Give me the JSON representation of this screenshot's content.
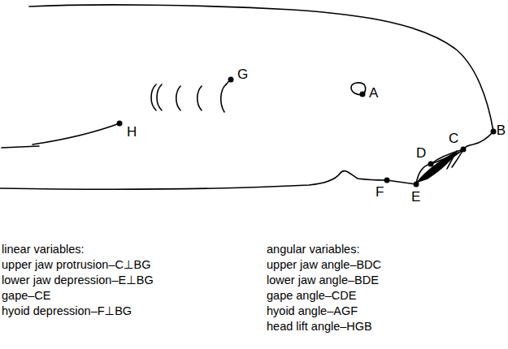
{
  "diagram": {
    "labels": [
      "A",
      "B",
      "C",
      "D",
      "E",
      "F",
      "G",
      "H",
      "linear variables:",
      "upper jaw protrusion–C⊥BG",
      "lower jaw depression–E⊥BG",
      "gape–CE",
      "hyoid depression–F⊥BG",
      "angular variables:",
      "upper jaw angle–BDC",
      "lower jaw angle–BDE",
      "gape angle–CDE",
      "hyoid angle–AGF",
      "head lift angle–HGB"
    ]
  }
}
